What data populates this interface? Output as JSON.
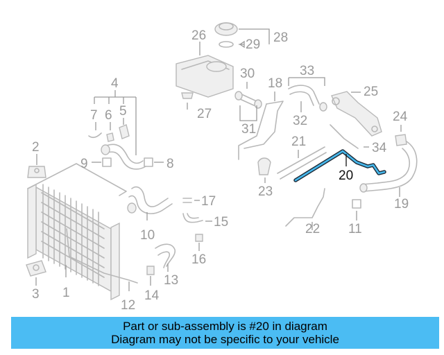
{
  "diagram": {
    "labels": {
      "p1": "1",
      "p2": "2",
      "p3": "3",
      "p4": "4",
      "p5": "5",
      "p6": "6",
      "p7": "7",
      "p8": "8",
      "p9": "9",
      "p10": "10",
      "p11": "11",
      "p12": "12",
      "p13": "13",
      "p14": "14",
      "p15": "15",
      "p16": "16",
      "p17": "17",
      "p18": "18",
      "p19": "19",
      "p20": "20",
      "p21": "21",
      "p22": "22",
      "p23": "23",
      "p24": "24",
      "p25": "25",
      "p26": "26",
      "p27": "27",
      "p28": "28",
      "p29": "29",
      "p30": "30",
      "p31": "31",
      "p32": "32",
      "p33": "33",
      "p34": "34"
    },
    "highlighted_part": "20",
    "colors": {
      "highlight": "#46b8ec",
      "part_outline": "#b8b8b8",
      "label": "#9a9a9a"
    }
  },
  "banner": {
    "line1": "Part or sub-assembly is #20 in diagram",
    "line2": "Diagram may not be specific to your vehicle",
    "background": "#4bbcf3"
  }
}
